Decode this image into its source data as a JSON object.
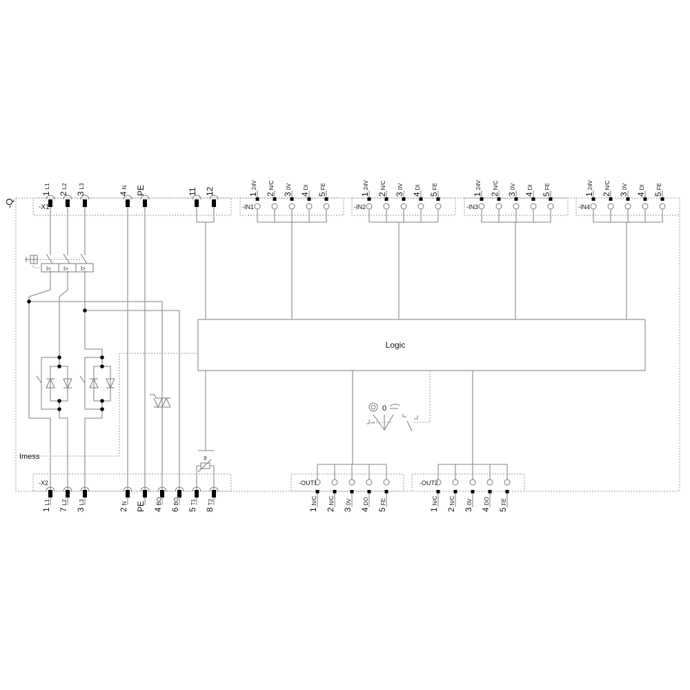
{
  "device_label": "-Q",
  "logic_label": "Logic",
  "imess_label": "Imess",
  "mode_zero_label": "0",
  "x1": {
    "label": "-X1",
    "terminals": [
      {
        "num": "1",
        "sub": "L1"
      },
      {
        "num": "2",
        "sub": "L2"
      },
      {
        "num": "3",
        "sub": "L3"
      },
      {
        "num": "4",
        "sub": "N"
      },
      {
        "num": "PE",
        "sub": ""
      },
      {
        "num": "11",
        "sub": ""
      },
      {
        "num": "12",
        "sub": ""
      }
    ]
  },
  "x2": {
    "label": "-X2",
    "terminals": [
      {
        "num": "1",
        "sub": "L1"
      },
      {
        "num": "7",
        "sub": "L2"
      },
      {
        "num": "3",
        "sub": "L3"
      },
      {
        "num": "2",
        "sub": "N"
      },
      {
        "num": "PE",
        "sub": ""
      },
      {
        "num": "4",
        "sub": "BO"
      },
      {
        "num": "6",
        "sub": "BO"
      },
      {
        "num": "5",
        "sub": "T1"
      },
      {
        "num": "8",
        "sub": "T2"
      }
    ]
  },
  "inputs": [
    {
      "label": "-IN1",
      "terminals": [
        {
          "num": "1",
          "sub": "24V"
        },
        {
          "num": "2",
          "sub": "N/C"
        },
        {
          "num": "3",
          "sub": "0V"
        },
        {
          "num": "4",
          "sub": "DI"
        },
        {
          "num": "5",
          "sub": "FE"
        }
      ]
    },
    {
      "label": "-IN2",
      "terminals": [
        {
          "num": "1",
          "sub": "24V"
        },
        {
          "num": "2",
          "sub": "N/C"
        },
        {
          "num": "3",
          "sub": "0V"
        },
        {
          "num": "4",
          "sub": "DI"
        },
        {
          "num": "5",
          "sub": "FE"
        }
      ]
    },
    {
      "label": "-IN3",
      "terminals": [
        {
          "num": "1",
          "sub": "24V"
        },
        {
          "num": "2",
          "sub": "N/C"
        },
        {
          "num": "3",
          "sub": "0V"
        },
        {
          "num": "4",
          "sub": "DI"
        },
        {
          "num": "5",
          "sub": "FE"
        }
      ]
    },
    {
      "label": "-IN4",
      "terminals": [
        {
          "num": "1",
          "sub": "24V"
        },
        {
          "num": "2",
          "sub": "N/C"
        },
        {
          "num": "3",
          "sub": "0V"
        },
        {
          "num": "4",
          "sub": "DI"
        },
        {
          "num": "5",
          "sub": "FE"
        }
      ]
    }
  ],
  "outputs": [
    {
      "label": "-OUT1",
      "terminals": [
        {
          "num": "1",
          "sub": "N/C"
        },
        {
          "num": "2",
          "sub": "N/C"
        },
        {
          "num": "3",
          "sub": "0V"
        },
        {
          "num": "4",
          "sub": "DO"
        },
        {
          "num": "5",
          "sub": "FE"
        }
      ]
    },
    {
      "label": "-OUT2",
      "terminals": [
        {
          "num": "1",
          "sub": "N/C"
        },
        {
          "num": "2",
          "sub": "N/C"
        },
        {
          "num": "3",
          "sub": "0V"
        },
        {
          "num": "4",
          "sub": "DO"
        },
        {
          "num": "5",
          "sub": "FE"
        }
      ]
    }
  ],
  "overcurrent_symbol": "I>",
  "thermistor_symbol": "ϑ",
  "colors": {
    "wire": "#999999",
    "ink": "#111111"
  }
}
